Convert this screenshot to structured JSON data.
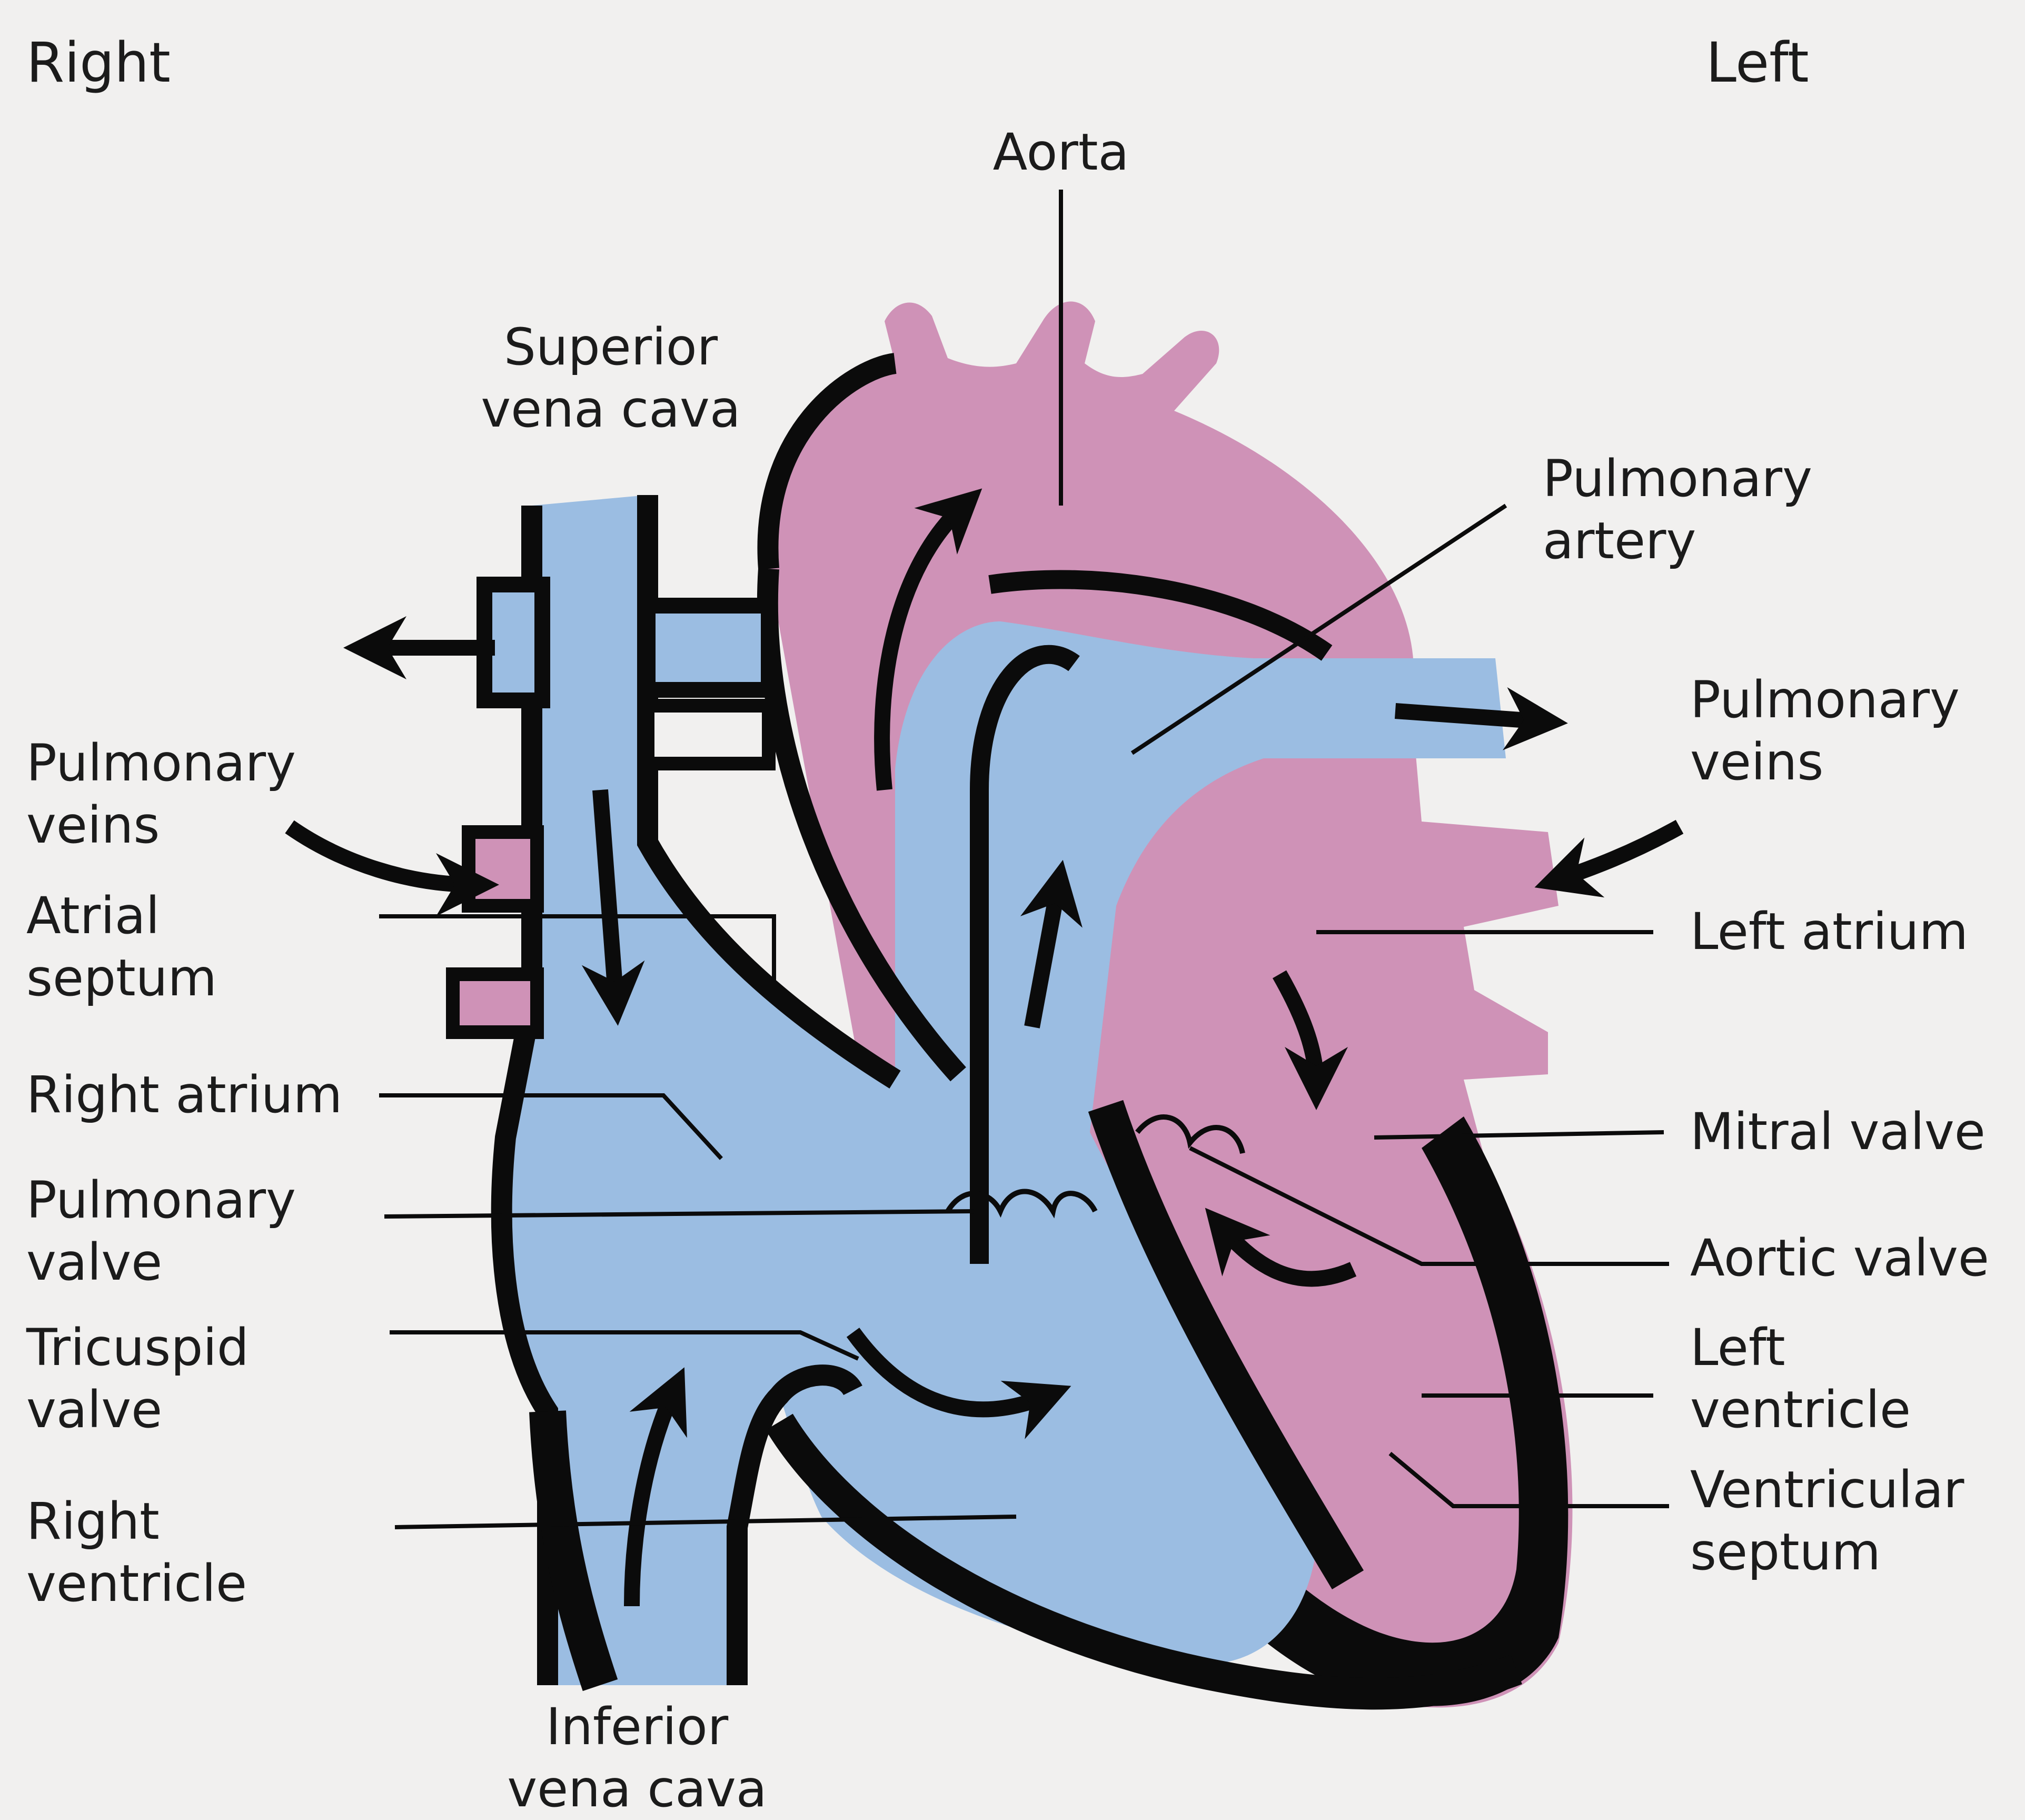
{
  "orientation": {
    "left_side": "Right",
    "right_side": "Left"
  },
  "labels": {
    "aorta": "Aorta",
    "superior_vena_cava": "Superior\nvena cava",
    "pulmonary_artery": "Pulmonary\nartery",
    "pulmonary_veins_right": "Pulmonary\nveins",
    "pulmonary_veins_left": "Pulmonary\nveins",
    "atrial_septum": "Atrial\nseptum",
    "left_atrium": "Left atrium",
    "right_atrium": "Right atrium",
    "mitral_valve": "Mitral valve",
    "pulmonary_valve": "Pulmonary\nvalve",
    "aortic_valve": "Aortic valve",
    "tricuspid_valve": "Tricuspid\nvalve",
    "left_ventricle": "Left\nventricle",
    "right_ventricle": "Right\nventricle",
    "ventricular_septum": "Ventricular\nseptum",
    "inferior_vena_cava": "Inferior\nvena cava"
  },
  "colors": {
    "deoxygenated": "#9bbde2",
    "oxygenated": "#cf92b7",
    "outline": "#0b0b0b",
    "background": "#f1f0ef"
  }
}
